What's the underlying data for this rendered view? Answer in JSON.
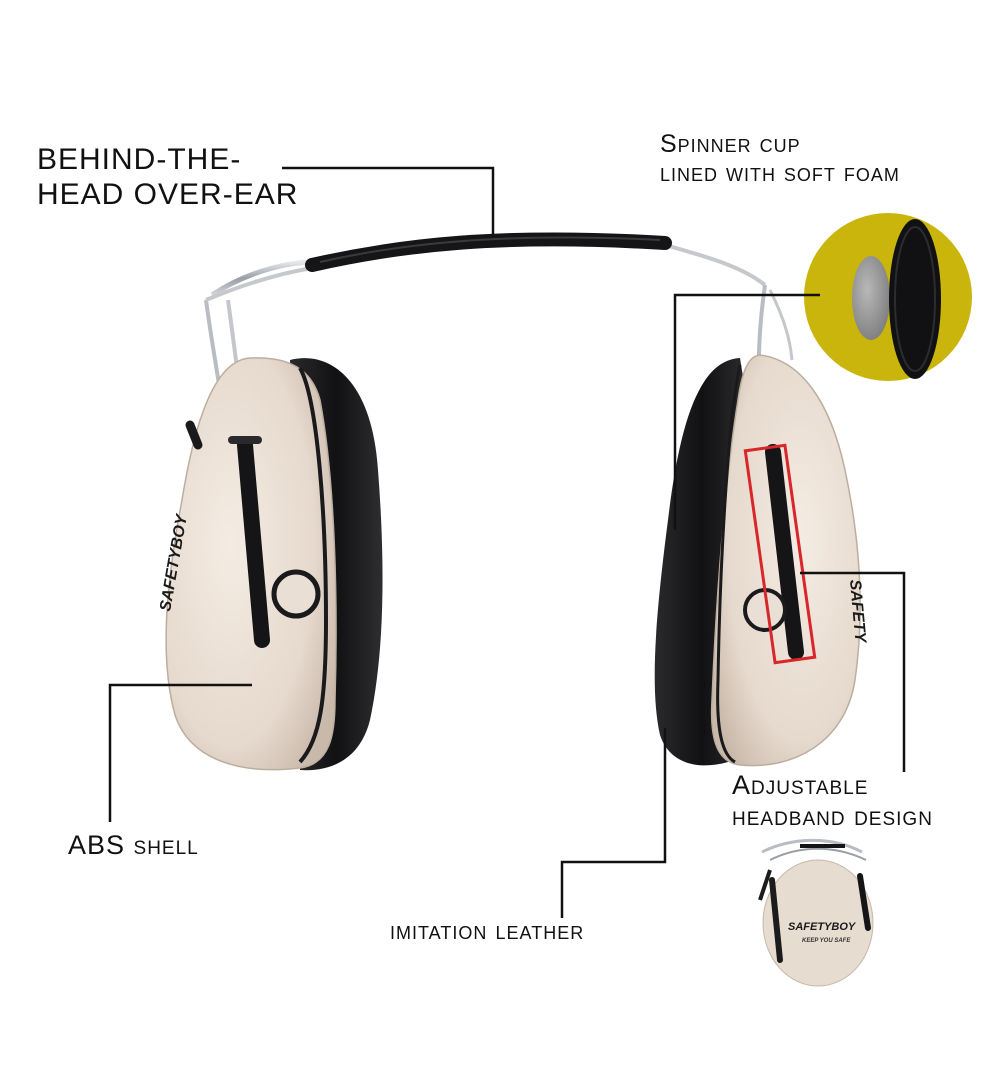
{
  "callouts": {
    "headband": {
      "line1": "BEHIND-THE-",
      "line2": "HEAD OVER-EAR"
    },
    "cup": {
      "line1": "Spinner cup",
      "line2": "lined with soft foam"
    },
    "shell": "ABS shell",
    "leather": "imitation leather",
    "adjust": {
      "line1": "Adjustable",
      "line2": "headband design"
    }
  },
  "brand": {
    "name": "SAFETYBOY",
    "tagline": "KEEP YOU SAFE"
  },
  "colors": {
    "shell": "#e8ddd2",
    "cushion": "#1c1c1e",
    "yellow_circle": "#c9b50c",
    "highlight_box": "#d8262b",
    "wire": "#b9bcc2"
  }
}
